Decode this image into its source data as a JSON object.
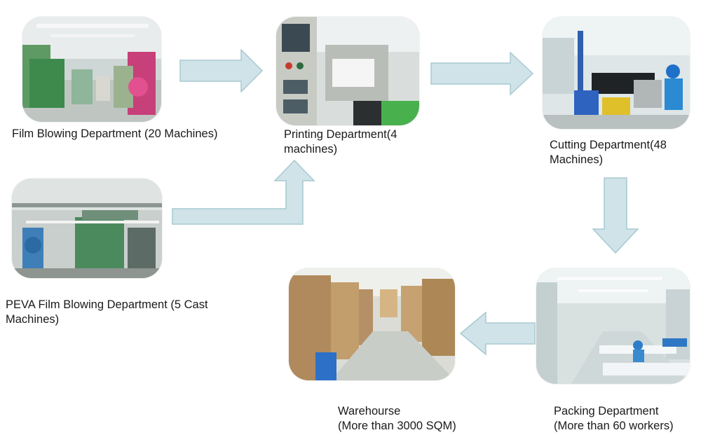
{
  "departments": {
    "film_blowing": {
      "caption": "Film Blowing Department (20 Machines)"
    },
    "printing": {
      "caption": "Printing Department(4\nmachines)"
    },
    "cutting": {
      "caption": "Cutting Department(48\nMachines)"
    },
    "peva": {
      "caption": "PEVA Film Blowing Department (5 Cast\nMachines)"
    },
    "warehouse": {
      "caption": "Warehourse\n(More than 3000 SQM)"
    },
    "packing": {
      "caption": "Packing Department\n(More than 60 workers)"
    }
  },
  "colors": {
    "arrow_fill": "#cfe3e8",
    "arrow_stroke": "#a9c9d2"
  }
}
